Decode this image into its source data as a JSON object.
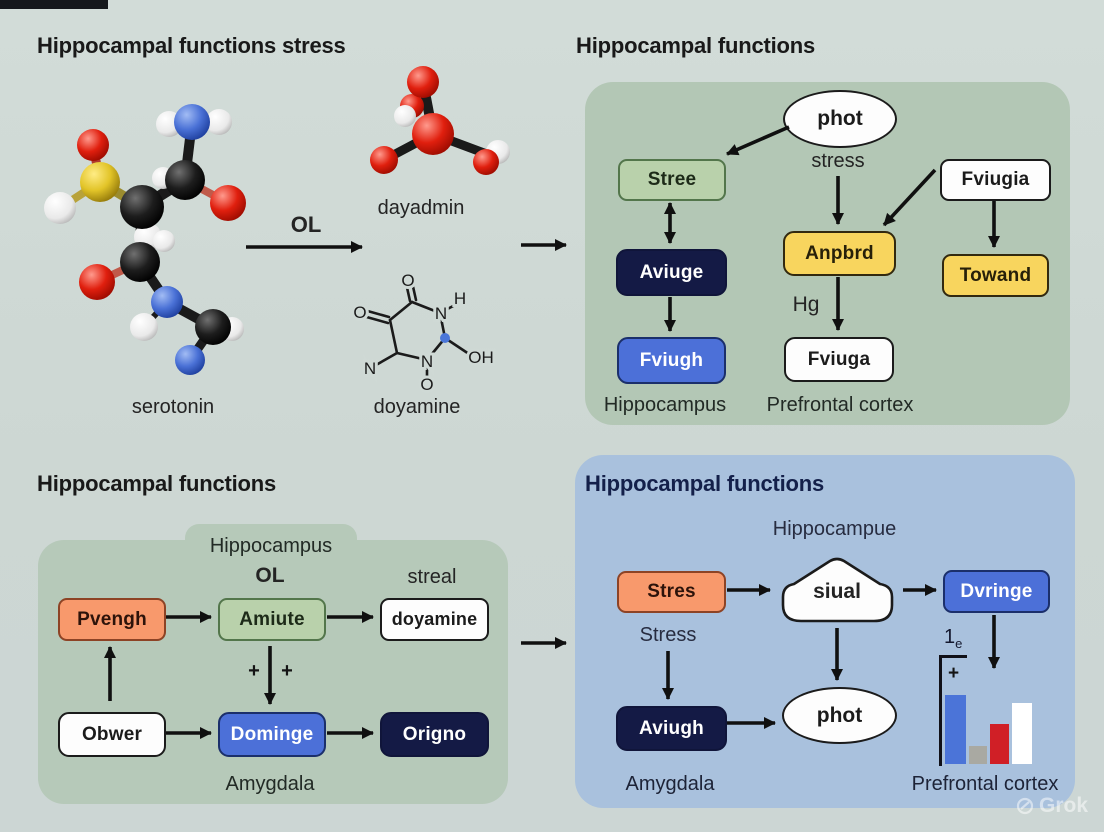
{
  "titles": {
    "top_left": "Hippocampal functions stress",
    "top_right": "Hippocampal functions",
    "bottom_left": "Hippocampal functions",
    "bottom_right": "Hippocampal functions"
  },
  "molecules": {
    "serotonin": "serotonin",
    "dayadmin": "dayadmin",
    "doyamine": "doyamine",
    "reaction": "OL"
  },
  "skeletal_atoms": {
    "o_top": "O",
    "n_ring": "N",
    "h_ring": "H",
    "oh": "OH",
    "n_bottom": "N",
    "o_bottom": "O",
    "n_left": "N",
    "o_left": "O"
  },
  "top_right": {
    "ellipse": "phot",
    "stress": "stress",
    "stree": "Stree",
    "fviugia": "Fviugia",
    "aviuge": "Aviuge",
    "anpbrd": "Anpbrd",
    "towand": "Towand",
    "fviugh": "Fviugh",
    "fviuga": "Fviuga",
    "hg": "Hg",
    "label_hippocampus": "Hippocampus",
    "label_prefrontal": "Prefrontal cortex"
  },
  "bottom_left": {
    "tab": "Hippocampus",
    "ol": "OL",
    "streal": "streal",
    "pvengh": "Pvengh",
    "amiute": "Amiute",
    "doyamine": "doyamine",
    "obwer": "Obwer",
    "dominge": "Dominge",
    "origno": "Origno",
    "plus_left": "+",
    "plus_right": "+",
    "label_amygdala": "Amygdala"
  },
  "bottom_right": {
    "top_label": "Hippocampue",
    "stres": "Stres",
    "siual": "siual",
    "dvringe": "Dvringe",
    "stress": "Stress",
    "aviugh": "Aviugh",
    "ellipse": "phot",
    "axis_one": "1",
    "axis_sub": "e",
    "plus": "+",
    "label_amygdala": "Amygdala",
    "label_prefrontal": "Prefrontal cortex"
  },
  "watermark": "Grok",
  "colors": {
    "page_bg": "#cfd9d5",
    "panel_green": "#b3c7b5",
    "panel_blue": "#a9c1dd",
    "navy_box": "#141a45",
    "royal_blue_box": "#4c70d8",
    "yellow_box": "#f8d55e",
    "orange_box": "#f8996c",
    "green_box": "#b9d1ab",
    "white_box": "#fdfdfd",
    "title_text": "#191919",
    "title_navy": "#14204a"
  },
  "chart_data": {
    "type": "bar",
    "location": "mini bar chart inside bottom-right panel above 'Prefrontal cortex' label",
    "categories": [
      "",
      "",
      "",
      ""
    ],
    "values": [
      69,
      18,
      40,
      61
    ],
    "value_unit": "relative bar height, axis unlabeled",
    "bar_colors": [
      "#4b74d8",
      "#a9a9a2",
      "#d01f26",
      "#ffffff"
    ],
    "bar_widths": [
      21,
      18,
      19,
      20
    ],
    "axis_annotation": "1e",
    "bar_annotation": "+",
    "grid": false,
    "legend": false
  }
}
